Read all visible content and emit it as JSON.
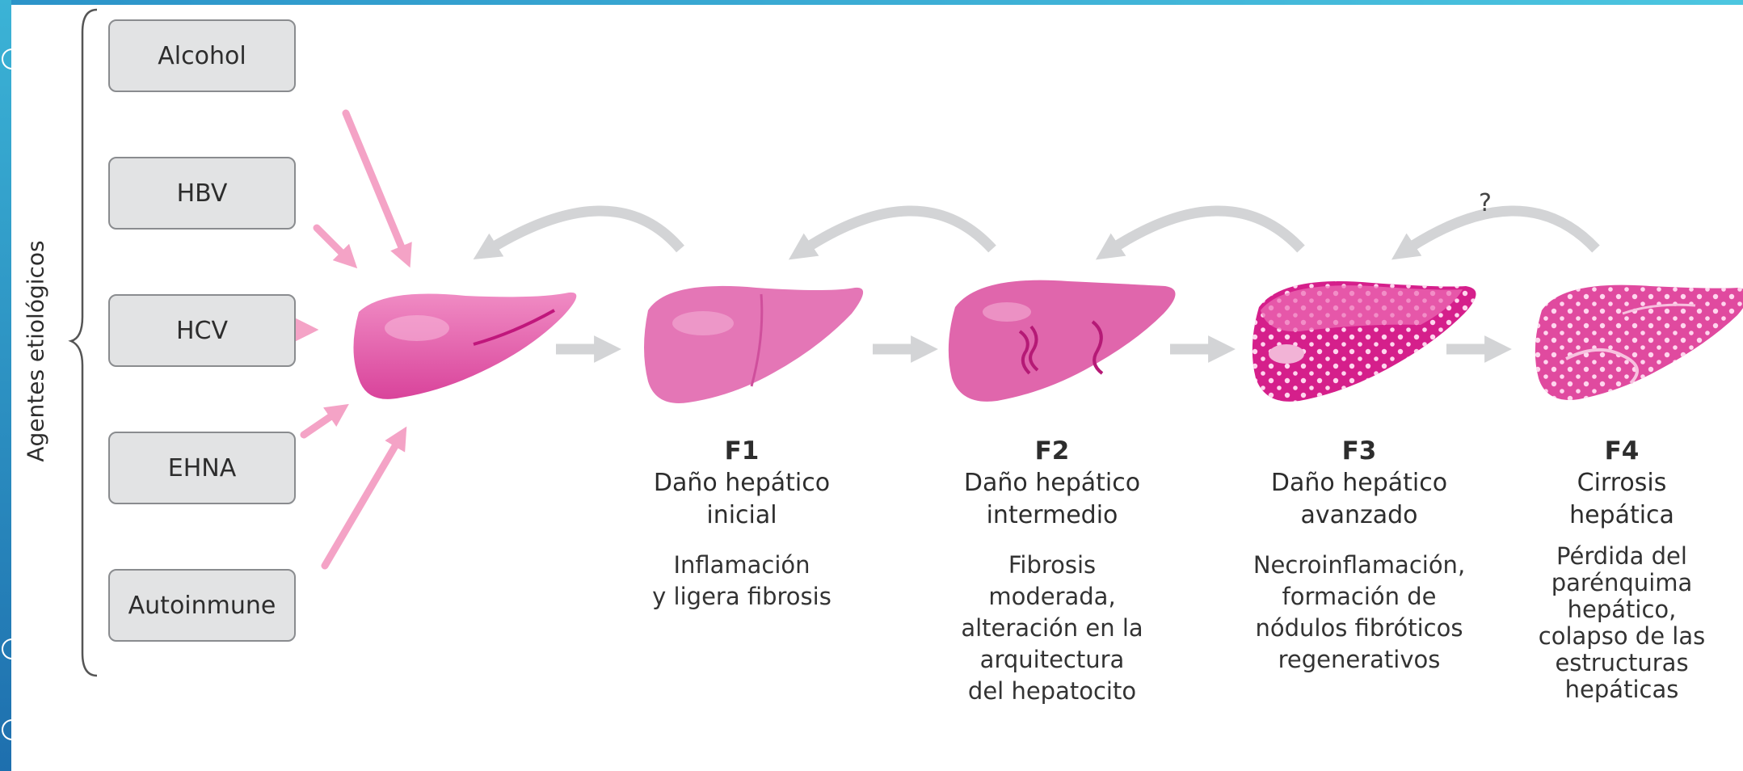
{
  "diagram": {
    "axis_label": "Agentes etiológicos",
    "agents": [
      "Alcohol",
      "HBV",
      "HCV",
      "EHNA",
      "Autoinmune"
    ],
    "reversibility_mark": "?",
    "stages": [
      {
        "code": "F1",
        "title": [
          "Daño hepático",
          "inicial"
        ],
        "description": [
          "Inflamación",
          "y ligera fibrosis"
        ]
      },
      {
        "code": "F2",
        "title": [
          "Daño hepático",
          "intermedio"
        ],
        "description": [
          "Fibrosis",
          "moderada,",
          "alteración en la",
          "arquitectura",
          "del hepatocito"
        ]
      },
      {
        "code": "F3",
        "title": [
          "Daño hepático",
          "avanzado"
        ],
        "description": [
          "Necroinflamación,",
          "formación de",
          "nódulos fibróticos",
          "regenerativos"
        ]
      },
      {
        "code": "F4",
        "title": [
          "Cirrosis",
          "hepática"
        ],
        "description": [
          "Pérdida del",
          "parénquima",
          "hepático,",
          "colapso de las",
          "estructuras",
          "hepáticas"
        ]
      }
    ]
  },
  "colors": {
    "liver_main": "#e56fb0",
    "liver_light": "#f4a7d2",
    "liver_dark": "#c8127e",
    "arrow_pink": "#f4a3c6",
    "arrow_gray": "#d3d4d6",
    "box_fill": "#e2e3e4"
  }
}
